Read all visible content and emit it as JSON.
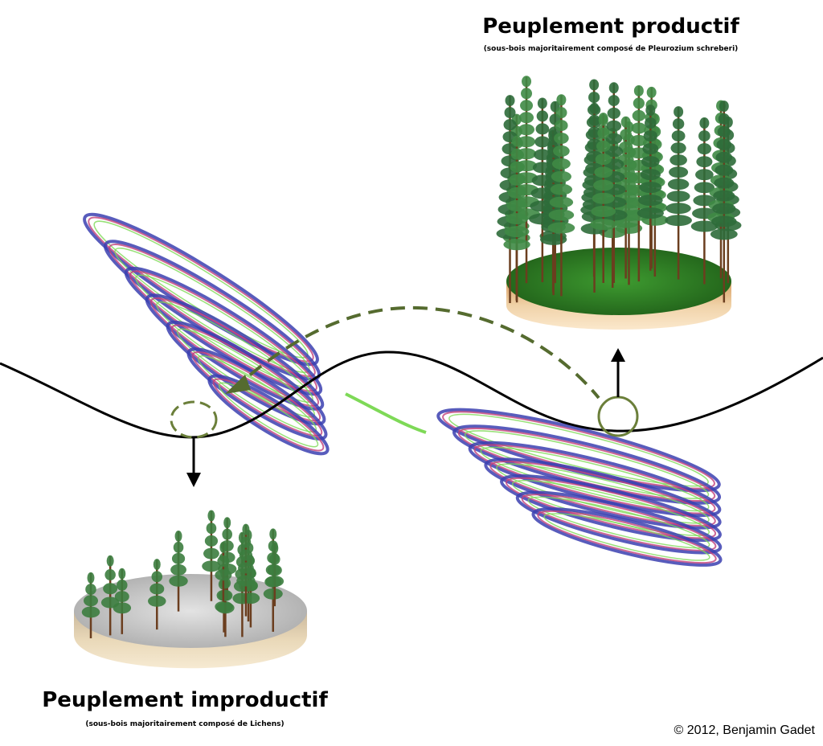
{
  "productive": {
    "title": "Peuplement productif",
    "subtitle": "(sous-bois majoritairement composé de Pleurozium schreberi)"
  },
  "unproductive": {
    "title": "Peuplement improductif",
    "subtitle": "(sous-bois majoritairement composé de Lichens)"
  },
  "copyright": "© 2012, Benjamin Gadet",
  "colors": {
    "landscape_line": "#000000",
    "dashed_path": "#556b2f",
    "highlight_circle": "#6b7f3a",
    "spiral_outer": "#3b3fb0",
    "spiral_mid": "#c0407a",
    "spiral_inner": "#7ed957",
    "moss_green": "#2f7d25",
    "lichen_gray": "#c8c8c8",
    "soil_tan": "#e8c79a"
  }
}
